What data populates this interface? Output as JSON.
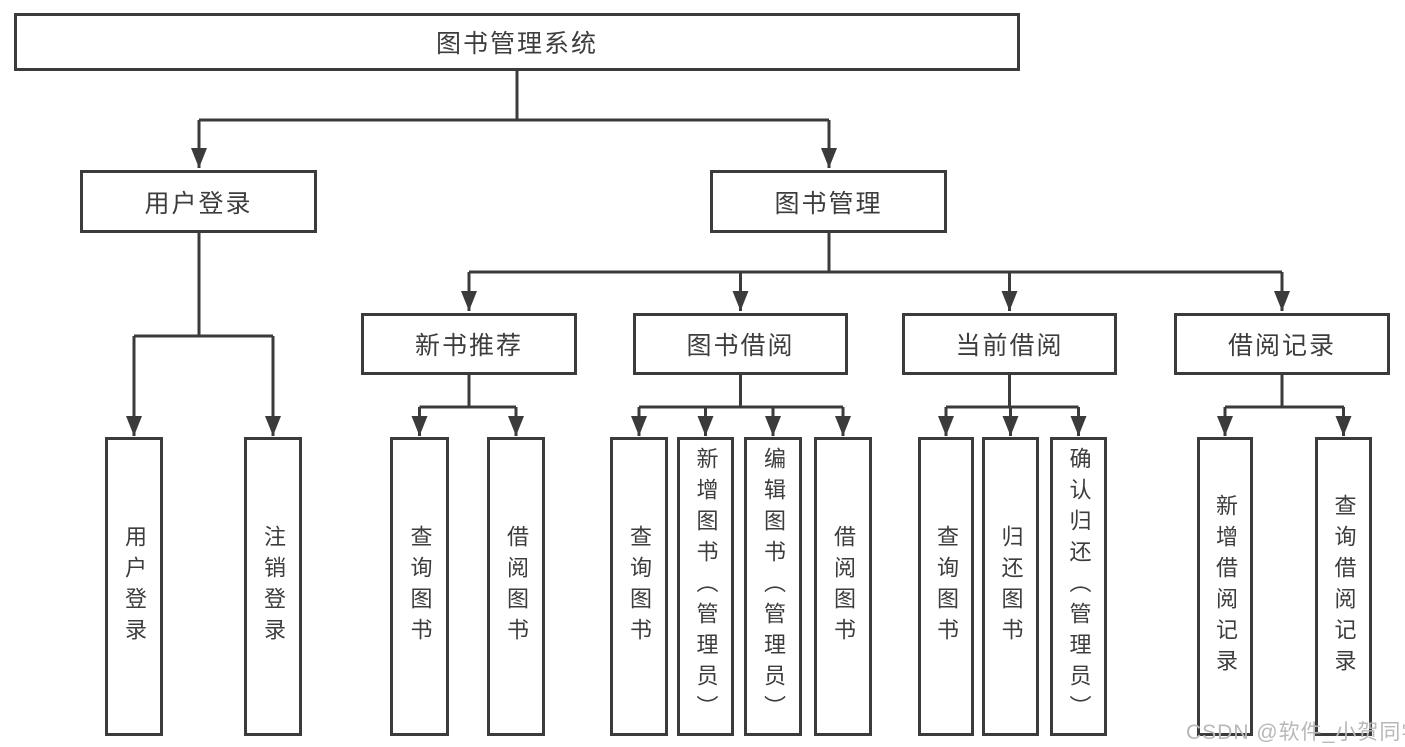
{
  "root": {
    "label": "图书管理系统"
  },
  "level2": [
    {
      "label": "用户登录"
    },
    {
      "label": "图书管理"
    }
  ],
  "level3": [
    {
      "label": "新书推荐",
      "parent": "图书管理"
    },
    {
      "label": "图书借阅",
      "parent": "图书管理"
    },
    {
      "label": "当前借阅",
      "parent": "图书管理"
    },
    {
      "label": "借阅记录",
      "parent": "图书管理"
    }
  ],
  "leaves": [
    {
      "label": "用户登录",
      "parent": "用户登录"
    },
    {
      "label": "注销登录",
      "parent": "用户登录"
    },
    {
      "label": "查询图书",
      "parent": "新书推荐"
    },
    {
      "label": "借阅图书",
      "parent": "新书推荐"
    },
    {
      "label": "查询图书",
      "parent": "图书借阅"
    },
    {
      "label": "新增图书（管理员）",
      "parent": "图书借阅"
    },
    {
      "label": "编辑图书（管理员）",
      "parent": "图书借阅"
    },
    {
      "label": "借阅图书",
      "parent": "图书借阅"
    },
    {
      "label": "查询图书",
      "parent": "当前借阅"
    },
    {
      "label": "归还图书",
      "parent": "当前借阅"
    },
    {
      "label": "确认归还（管理员）",
      "parent": "当前借阅"
    },
    {
      "label": "新增借阅记录",
      "parent": "借阅记录"
    },
    {
      "label": "查询借阅记录",
      "parent": "借阅记录"
    }
  ],
  "watermark": {
    "text": "CSDN @软件_小贺同学"
  },
  "colors": {
    "line": "#3b3b3b",
    "text": "#3d3d3d",
    "watermark": "#b8b8b8",
    "background": "#ffffff"
  }
}
